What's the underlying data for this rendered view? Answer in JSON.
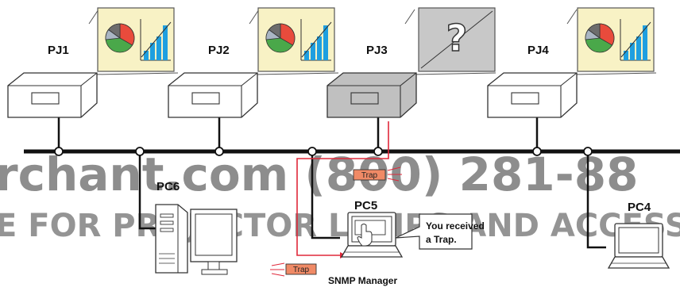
{
  "projectors": [
    {
      "label": "PJ1",
      "screen": "chart"
    },
    {
      "label": "PJ2",
      "screen": "chart"
    },
    {
      "label": "PJ3",
      "screen": "error",
      "screen_symbol": "?"
    },
    {
      "label": "PJ4",
      "screen": "chart"
    }
  ],
  "computers": {
    "pc6": "PC6",
    "pc5": "PC5",
    "pc4": "PC4",
    "manager_label": "SNMP Manager"
  },
  "trap_label": "Trap",
  "bubble": {
    "line1": "You received",
    "line2": "a Trap."
  },
  "watermark": {
    "line1": "rchant.com (800) 281-88",
    "line2": "E FOR PROJECTOR LAMPS AND ACCESSORIES"
  },
  "colors": {
    "screen_bg": "#f8f2c5",
    "trap_fill": "#f08a66",
    "trap_line": "#e0283a",
    "network": "#111111",
    "error_screen": "#c8c8c8",
    "projector_error": "#c0c0c0"
  }
}
